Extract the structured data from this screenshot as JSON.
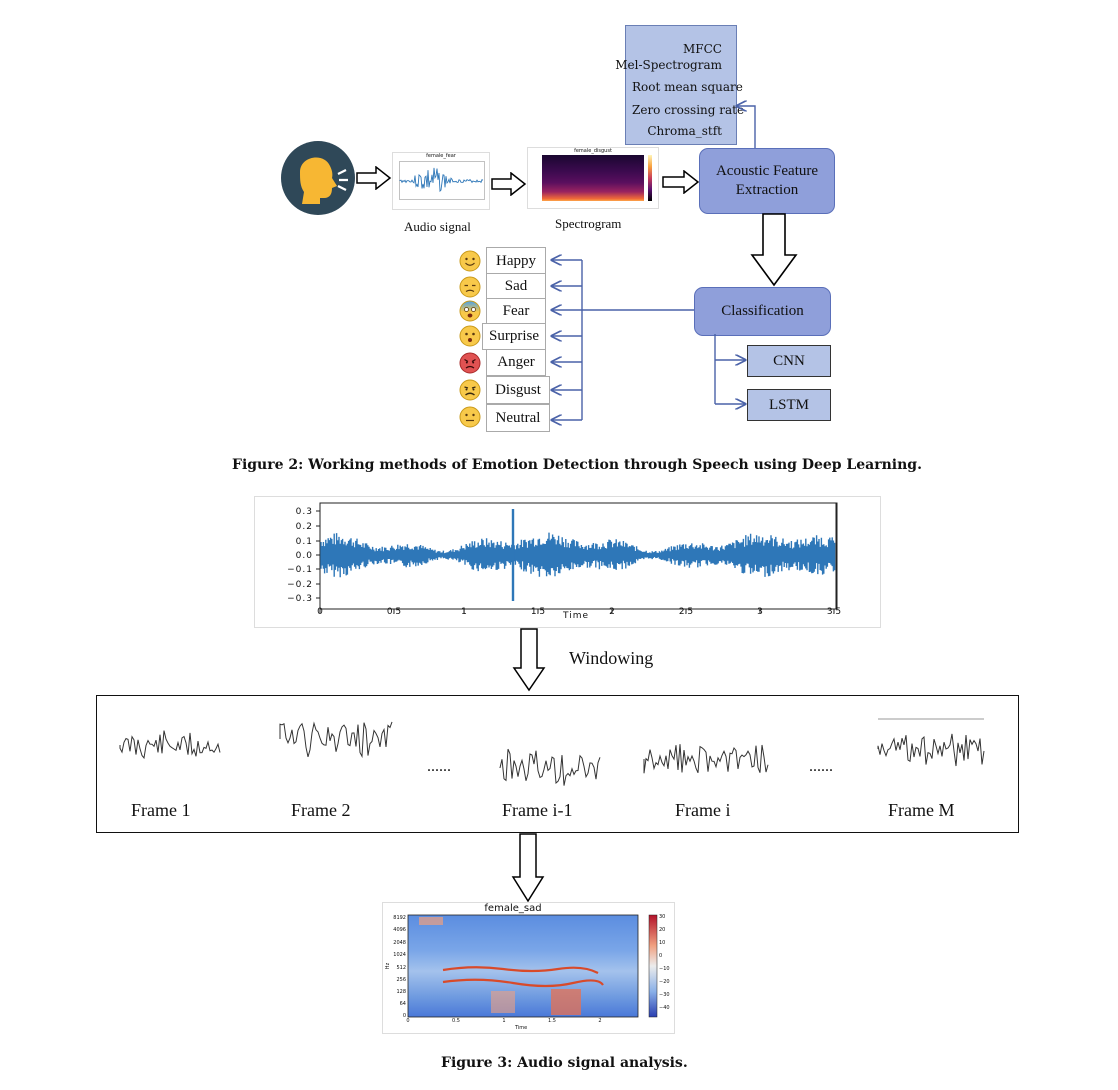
{
  "figure2": {
    "caption": "Figure 2: Working methods of Emotion Detection through Speech using Deep Learning.",
    "features": [
      "MFCC",
      "Mel-Spectrogram",
      "Root mean square",
      "Zero crossing rate",
      "Chroma_stft"
    ],
    "audio_label": "Audio signal",
    "audio_thumb_title": "female_fear",
    "spectrogram_label": "Spectrogram",
    "spectrogram_thumb_title": "female_disgust",
    "feature_extraction": "Acoustic Feature Extraction",
    "classification": "Classification",
    "models": [
      "CNN",
      "LSTM"
    ],
    "emotions": [
      {
        "label": "Happy",
        "color": "#f8c94a",
        "icon": "happy-face-icon"
      },
      {
        "label": "Sad",
        "color": "#f8c94a",
        "icon": "sad-face-icon"
      },
      {
        "label": "Fear",
        "color": "#4aa0e8",
        "icon": "fear-face-icon"
      },
      {
        "label": "Surprise",
        "color": "#f8c94a",
        "icon": "surprise-face-icon"
      },
      {
        "label": "Anger",
        "color": "#e05252",
        "icon": "anger-face-icon"
      },
      {
        "label": "Disgust",
        "color": "#f8c94a",
        "icon": "disgust-face-icon"
      },
      {
        "label": "Neutral",
        "color": "#f8c94a",
        "icon": "neutral-face-icon"
      }
    ]
  },
  "figure3": {
    "caption": "Figure 3: Audio signal analysis.",
    "windowing_label": "Windowing",
    "waveform": {
      "x_label": "Time",
      "x_ticks": [
        "0",
        "0.5",
        "1",
        "1.5",
        "2",
        "2.5",
        "3",
        "3.5"
      ],
      "y_ticks": [
        "0.3",
        "0.2",
        "0.1",
        "0.0",
        "−0.1",
        "−0.2",
        "−0.3"
      ]
    },
    "frames": [
      "Frame 1",
      "Frame 2",
      "Frame i-1",
      "Frame i",
      "Frame M"
    ],
    "ellipsis": "......",
    "spectrogram": {
      "title": "female_sad",
      "y_label": "Hz",
      "x_label": "Time",
      "y_ticks": [
        "8192",
        "4096",
        "2048",
        "1024",
        "512",
        "256",
        "128",
        "64",
        "0"
      ],
      "x_ticks": [
        "0",
        "0.5",
        "1",
        "1.5",
        "2"
      ],
      "colorbar_ticks": [
        "30",
        "20",
        "10",
        "0",
        "−10",
        "−20",
        "−30",
        "−40"
      ]
    }
  }
}
